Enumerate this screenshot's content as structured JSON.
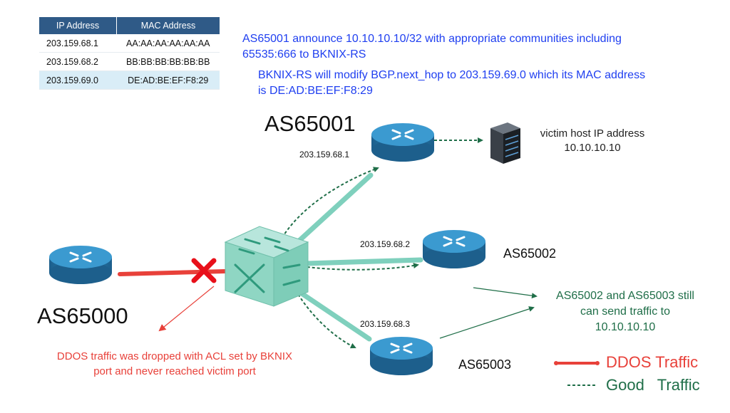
{
  "table": {
    "headers": [
      "IP Address",
      "MAC Address"
    ],
    "rows": [
      [
        "203.159.68.1",
        "AA:AA:AA:AA:AA:AA"
      ],
      [
        "203.159.68.2",
        "BB:BB:BB:BB:BB:BB"
      ],
      [
        "203.159.69.0",
        "DE:AD:BE:EF:F8:29"
      ]
    ]
  },
  "notes": {
    "announce_line1": "AS65001 announce 10.10.10.10/32 with appropriate communities including",
    "announce_line2": "65535:666 to BKNIX-RS",
    "modify_line1": "BKNIX-RS will modify BGP.next_hop to 203.159.69.0 which its MAC address",
    "modify_line2": "is DE:AD:BE:EF:F8:29",
    "victim_line1": "victim host IP address",
    "victim_line2": "10.10.10.10",
    "still_line1": "AS65002 and AS65003 still",
    "still_line2": "can send traffic to",
    "still_line3": "10.10.10.10",
    "ddos_line1": "DDOS traffic was dropped with ACL set by BKNIX",
    "ddos_line2": "port and never reached victim port"
  },
  "nodes": {
    "as65001": {
      "label": "AS65001",
      "ip": "203.159.68.1"
    },
    "as65002": {
      "label": "AS65002",
      "ip": "203.159.68.2"
    },
    "as65003": {
      "label": "AS65003",
      "ip": "203.159.68.3"
    },
    "as65000": {
      "label": "AS65000"
    }
  },
  "legend": {
    "ddos": "DDOS Traffic",
    "good": "Good   Traffic"
  },
  "colors": {
    "ddos": "#e8413a",
    "good": "#1f6e48",
    "link": "#7fd0bd",
    "router": "#2a86b9",
    "note": "#1f3ff0"
  }
}
